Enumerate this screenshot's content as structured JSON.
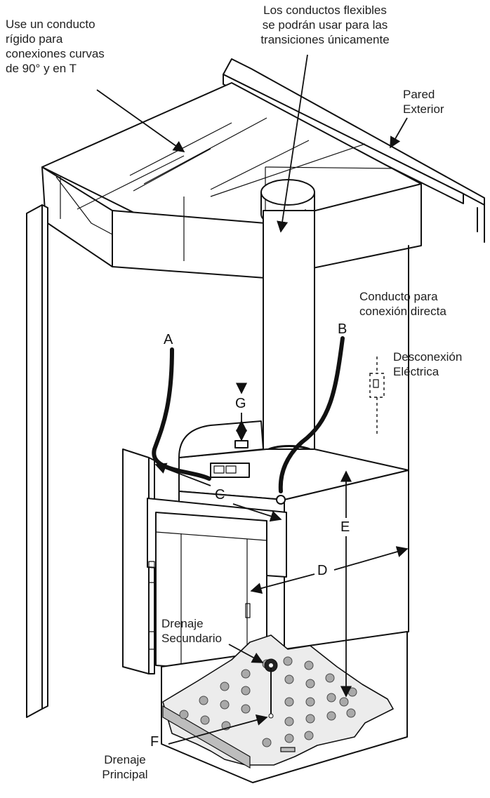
{
  "labels": {
    "rigid_duct": "Use un conducto\nrígido para\nconexiones curvas\nde 90° y en T",
    "flexible_duct": "Los conductos flexibles\nse podrán usar para las\ntransiciones únicamente",
    "exterior_wall": "Pared\nExterior",
    "direct_conduit": "Conducto para\nconexión directa",
    "electrical_disconnect": "Desconexión\nEléctrica",
    "secondary_drain": "Drenaje\nSecundario",
    "main_drain": "Drenaje\nPrincipal"
  },
  "letters": {
    "a": "A",
    "b": "B",
    "c": "C",
    "d": "D",
    "e": "E",
    "f": "F",
    "g": "G"
  }
}
